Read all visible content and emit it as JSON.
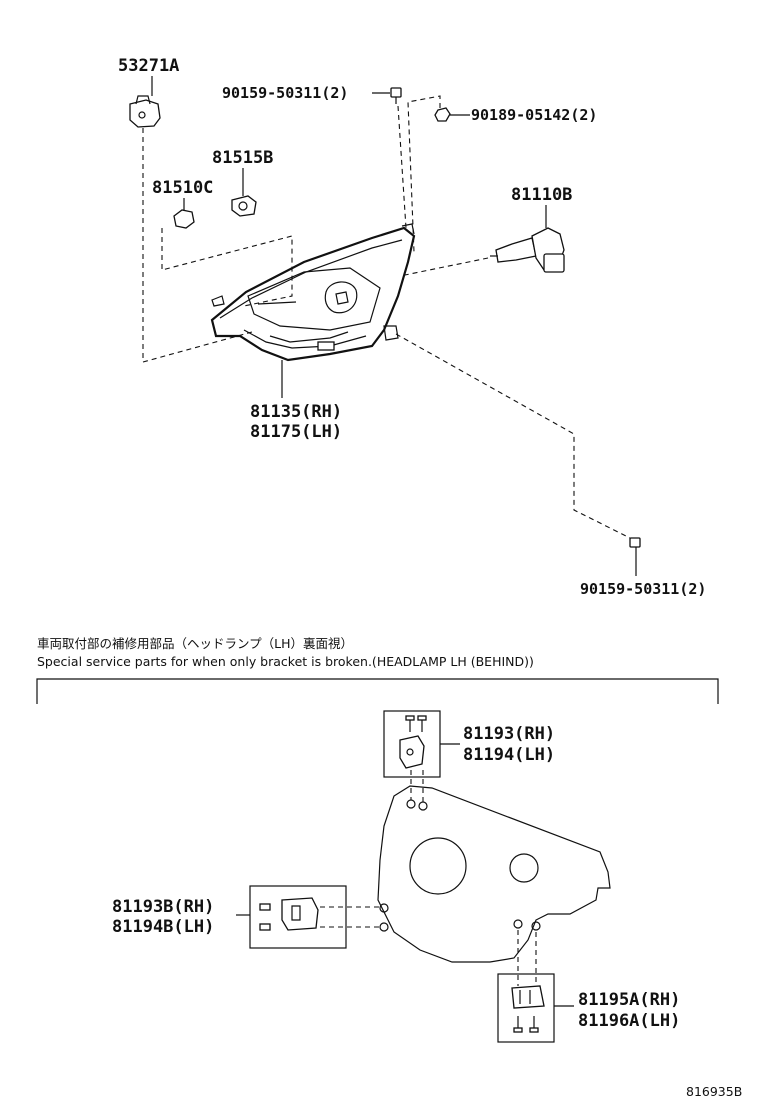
{
  "labels": {
    "p53271A": "53271A",
    "p90159_top": "90159-50311(2)",
    "p90189": "90189-05142(2)",
    "p81515B": "81515B",
    "p81510C": "81510C",
    "p81110B": "81110B",
    "p81135": "81135(RH)",
    "p81175": "81175(LH)",
    "p90159_bottom": "90159-50311(2)",
    "p81193": "81193(RH)",
    "p81194": "81194(LH)",
    "p81193B": "81193B(RH)",
    "p81194B": "81194B(LH)",
    "p81195A": "81195A(RH)",
    "p81196A": "81196A(LH)"
  },
  "notes": {
    "jp": "車両取付部の補修用部品（ヘッドランプ（LH）裏面視）",
    "en": "Special service parts for when only bracket is broken.(HEADLAMP LH (BEHIND))"
  },
  "figure_id": "816935B"
}
